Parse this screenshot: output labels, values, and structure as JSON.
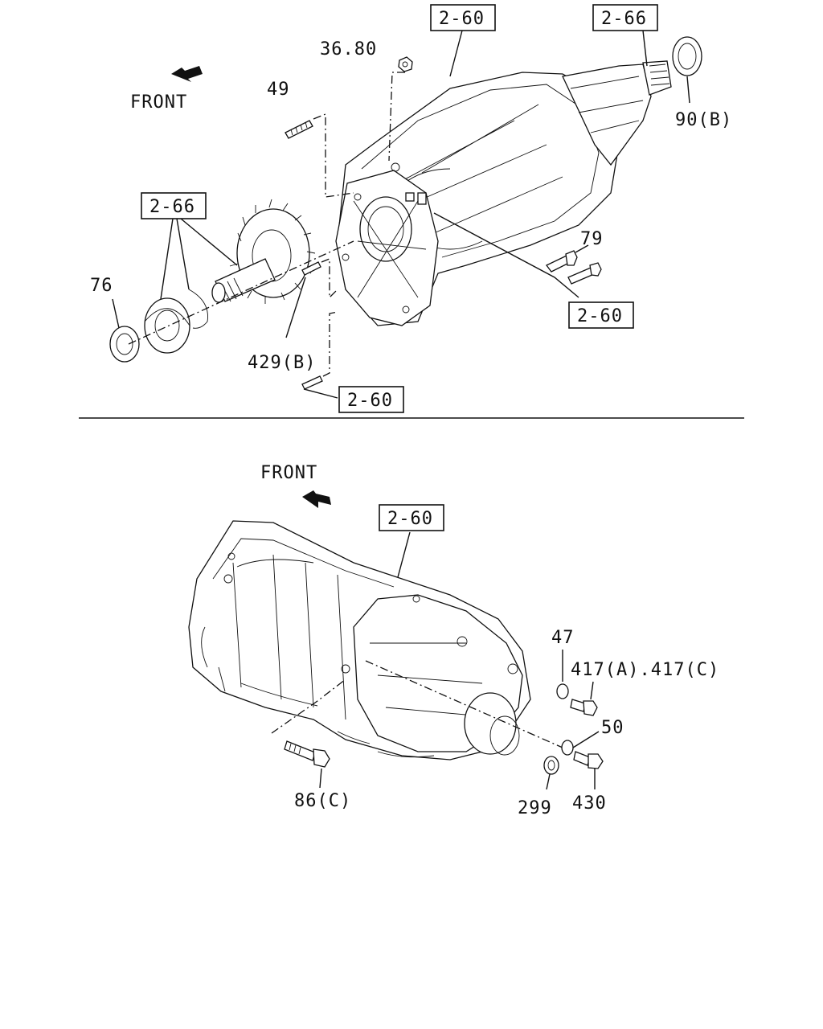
{
  "top": {
    "front_label": "FRONT",
    "callouts": {
      "ref_box_housing": "2-60",
      "ref_box_output": "2-66",
      "ref_box_gear": "2-66",
      "ref_box_bolt": "2-60",
      "ref_box_pin": "2-60",
      "nut": "36.80",
      "stud": "49",
      "output_seal": "90(B)",
      "bolt": "79",
      "bearing_seal": "76",
      "dowel_pin": "429(B)"
    }
  },
  "bottom": {
    "front_label": "FRONT",
    "callouts": {
      "ref_box_case": "2-60",
      "oring_upper": "47",
      "plug_upper": "417(A).417(C)",
      "oring_lower": "50",
      "plug_lower": "430",
      "seal": "299",
      "bolt": "86(C)"
    }
  }
}
